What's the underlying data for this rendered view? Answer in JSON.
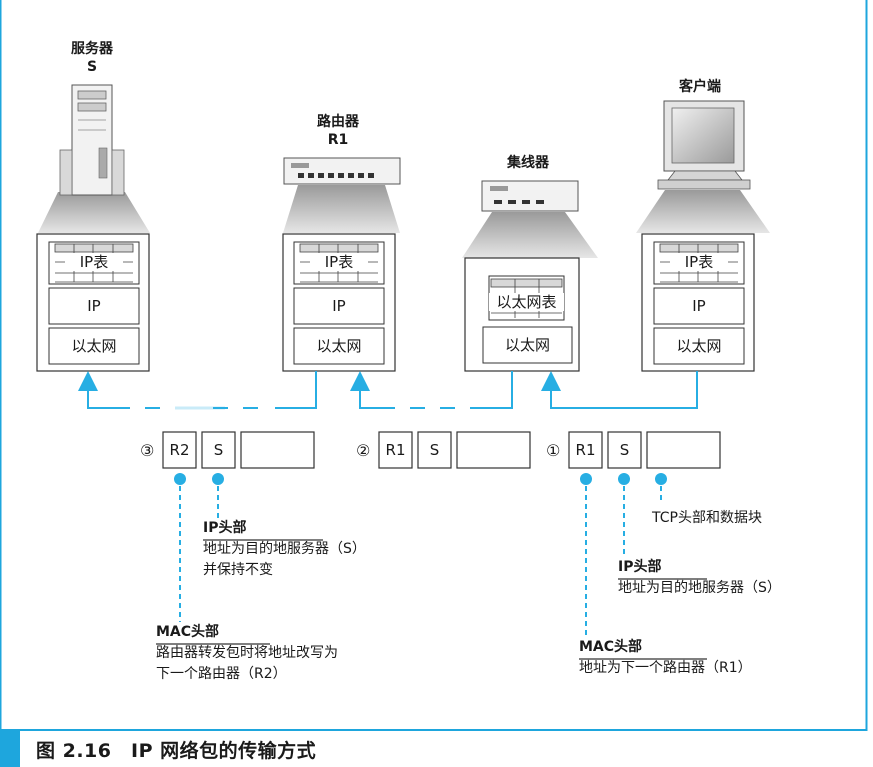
{
  "nodes": {
    "server": {
      "name": "服务器",
      "id": "S"
    },
    "router": {
      "name": "路由器",
      "id": "R1"
    },
    "hub": {
      "name": "集线器"
    },
    "client": {
      "name": "客户端"
    }
  },
  "stacks": {
    "server": [
      "IP表",
      "IP",
      "以太网"
    ],
    "router": [
      "IP表",
      "IP",
      "以太网"
    ],
    "hub": [
      "以太网表",
      "以太网"
    ],
    "client": [
      "IP表",
      "IP",
      "以太网"
    ]
  },
  "packets": [
    {
      "num": "③",
      "mac": "R2",
      "ip": "S"
    },
    {
      "num": "②",
      "mac": "R1",
      "ip": "S"
    },
    {
      "num": "①",
      "mac": "R1",
      "ip": "S"
    }
  ],
  "notes": {
    "tcp": "TCP头部和数据块",
    "ip_right": {
      "title": "IP头部",
      "line1": "地址为目的地服务器（S）"
    },
    "mac_right": {
      "title": "MAC头部",
      "line1": "地址为下一个路由器（R1）"
    },
    "ip_left": {
      "title": "IP头部",
      "line1": "地址为目的地服务器（S）",
      "line2": "并保持不变"
    },
    "mac_left": {
      "title": "MAC头部",
      "line1": "路由器转发包时将地址改写为",
      "line2": "下一个路由器（R2）"
    }
  },
  "caption": "图 2.16　IP 网络包的传输方式",
  "colors": {
    "accent": "#1ea6dd",
    "frame": "#1ea6dd",
    "line": "#27aee3"
  }
}
